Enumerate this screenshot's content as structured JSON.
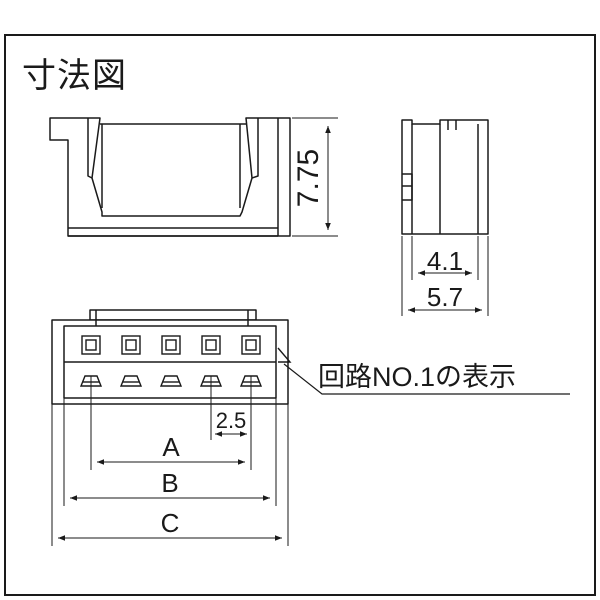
{
  "title": "寸法図",
  "dimensions": {
    "height": "7.75",
    "side_inner": "4.1",
    "side_outer": "5.7",
    "pitch": "2.5",
    "a": "A",
    "b": "B",
    "c": "C"
  },
  "callout": "回路NO.1の表示"
}
